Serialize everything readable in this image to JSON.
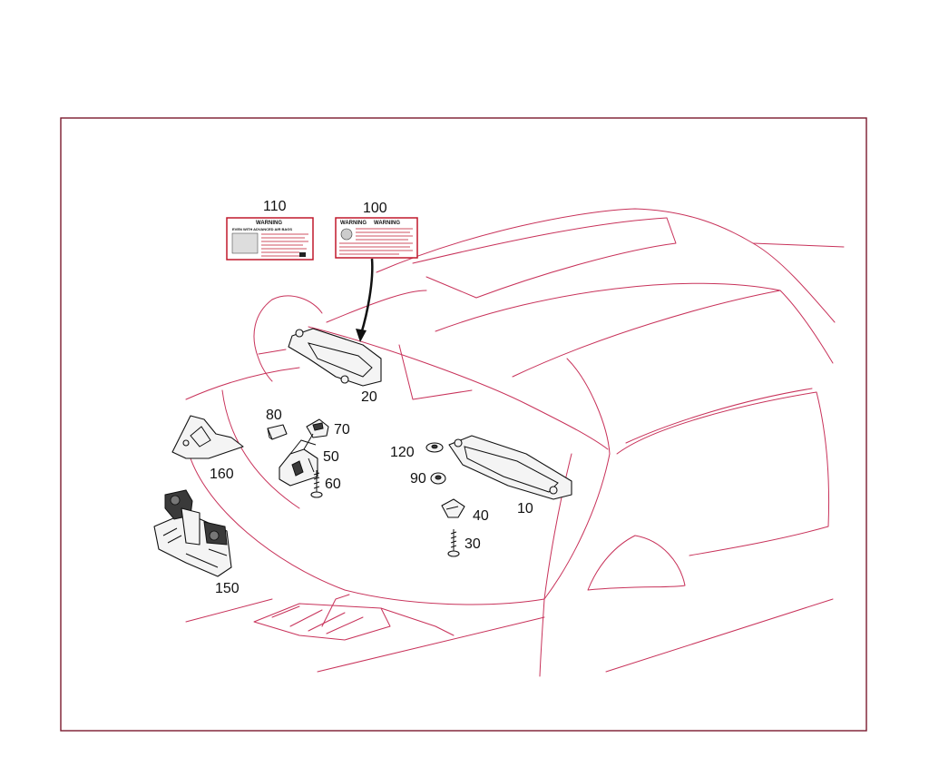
{
  "callouts": {
    "c10": "10",
    "c20": "20",
    "c30": "30",
    "c40": "40",
    "c50": "50",
    "c60": "60",
    "c70": "70",
    "c80": "80",
    "c90": "90",
    "c100": "100",
    "c110": "110",
    "c120": "120",
    "c150": "150",
    "c160": "160"
  },
  "labels": {
    "label_110": {
      "heading": "WARNING",
      "subheading": "EVEN WITH ADVANCED AIR BAGS"
    },
    "label_100": {
      "heading_left": "WARNING",
      "heading_right": "WARNING"
    }
  },
  "colors": {
    "frame": "#7a1a2e",
    "car_outline": "#c8325a",
    "warning_label": "#c0192c"
  }
}
